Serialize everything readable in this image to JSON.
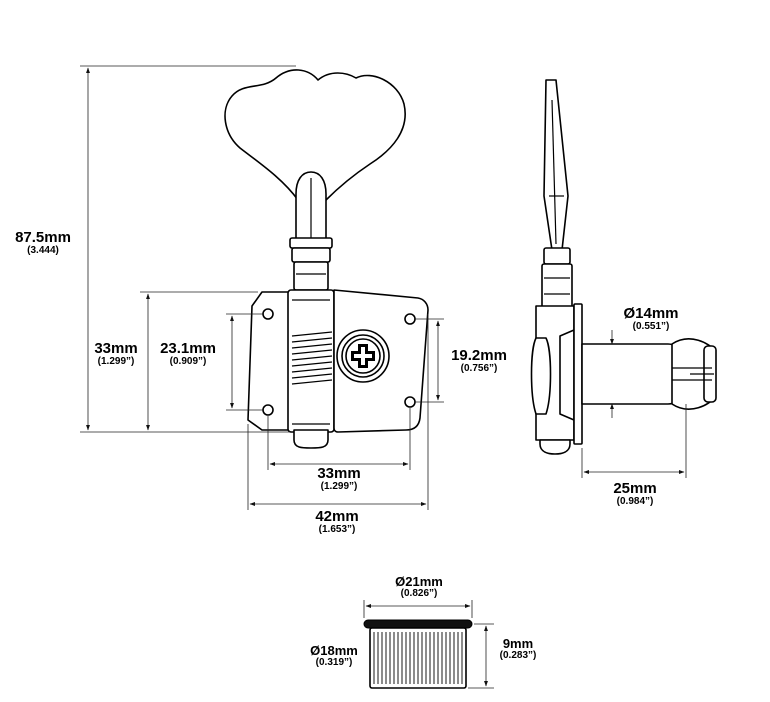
{
  "dimensions": [
    {
      "id": "overall-height",
      "mm": "87.5mm",
      "inch": "(3.444)"
    },
    {
      "id": "plate-height",
      "mm": "33mm",
      "inch": "(1.299”)"
    },
    {
      "id": "hole-spacing-left",
      "mm": "23.1mm",
      "inch": "(0.909”)"
    },
    {
      "id": "hole-spacing-right",
      "mm": "19.2mm",
      "inch": "(0.756”)"
    },
    {
      "id": "hole-spacing-horizontal",
      "mm": "33mm",
      "inch": "(1.299”)"
    },
    {
      "id": "plate-width",
      "mm": "42mm",
      "inch": "(1.653”)"
    },
    {
      "id": "bushing-diameter",
      "mm": "Ø14mm",
      "inch": "(0.551”)"
    },
    {
      "id": "post-length",
      "mm": "25mm",
      "inch": "(0.984”)"
    },
    {
      "id": "nut-outer-diameter",
      "mm": "Ø21mm",
      "inch": "(0.826”)"
    },
    {
      "id": "nut-inner-diameter",
      "mm": "Ø18mm",
      "inch": "(0.319”)"
    },
    {
      "id": "nut-height",
      "mm": "9mm",
      "inch": "(0.283”)"
    }
  ]
}
